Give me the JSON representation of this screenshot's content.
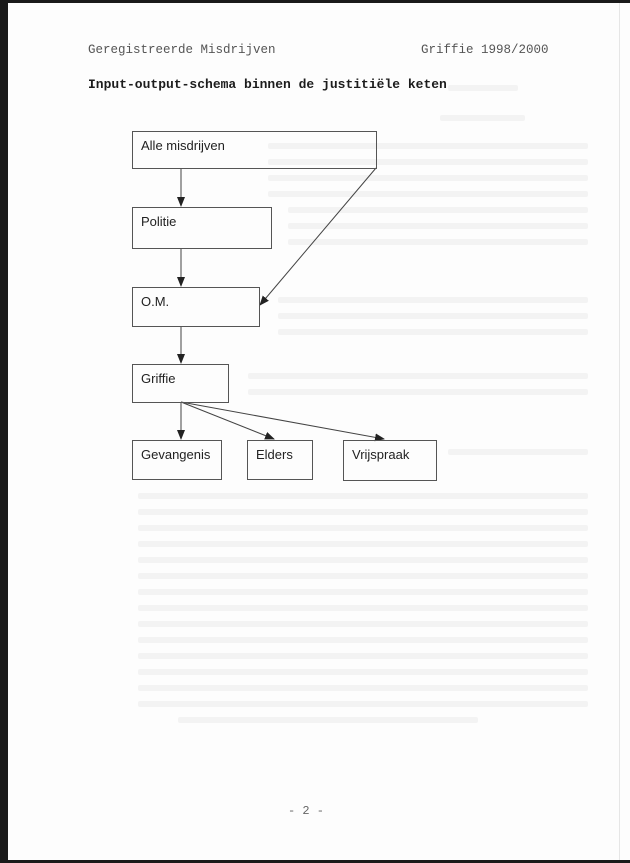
{
  "header": {
    "left": "Geregistreerde Misdrijven",
    "right": "Griffie 1998/2000"
  },
  "title": "Input-output-schema binnen de justitiële keten",
  "diagram": {
    "nodes": {
      "alle_misdrijven": "Alle misdrijven",
      "politie": "Politie",
      "om": "O.M.",
      "griffie": "Griffie",
      "gevangenis": "Gevangenis",
      "elders": "Elders",
      "vrijspraak": "Vrijspraak"
    },
    "edges": [
      {
        "from": "Alle misdrijven",
        "to": "Politie"
      },
      {
        "from": "Alle misdrijven",
        "to": "O.M."
      },
      {
        "from": "Politie",
        "to": "O.M."
      },
      {
        "from": "O.M.",
        "to": "Griffie"
      },
      {
        "from": "Griffie",
        "to": "Gevangenis"
      },
      {
        "from": "Griffie",
        "to": "Elders"
      },
      {
        "from": "Griffie",
        "to": "Vrijspraak"
      }
    ],
    "line_color": "#444444",
    "border_color": "#555555"
  },
  "footer": {
    "page_number": "- 2 -"
  }
}
